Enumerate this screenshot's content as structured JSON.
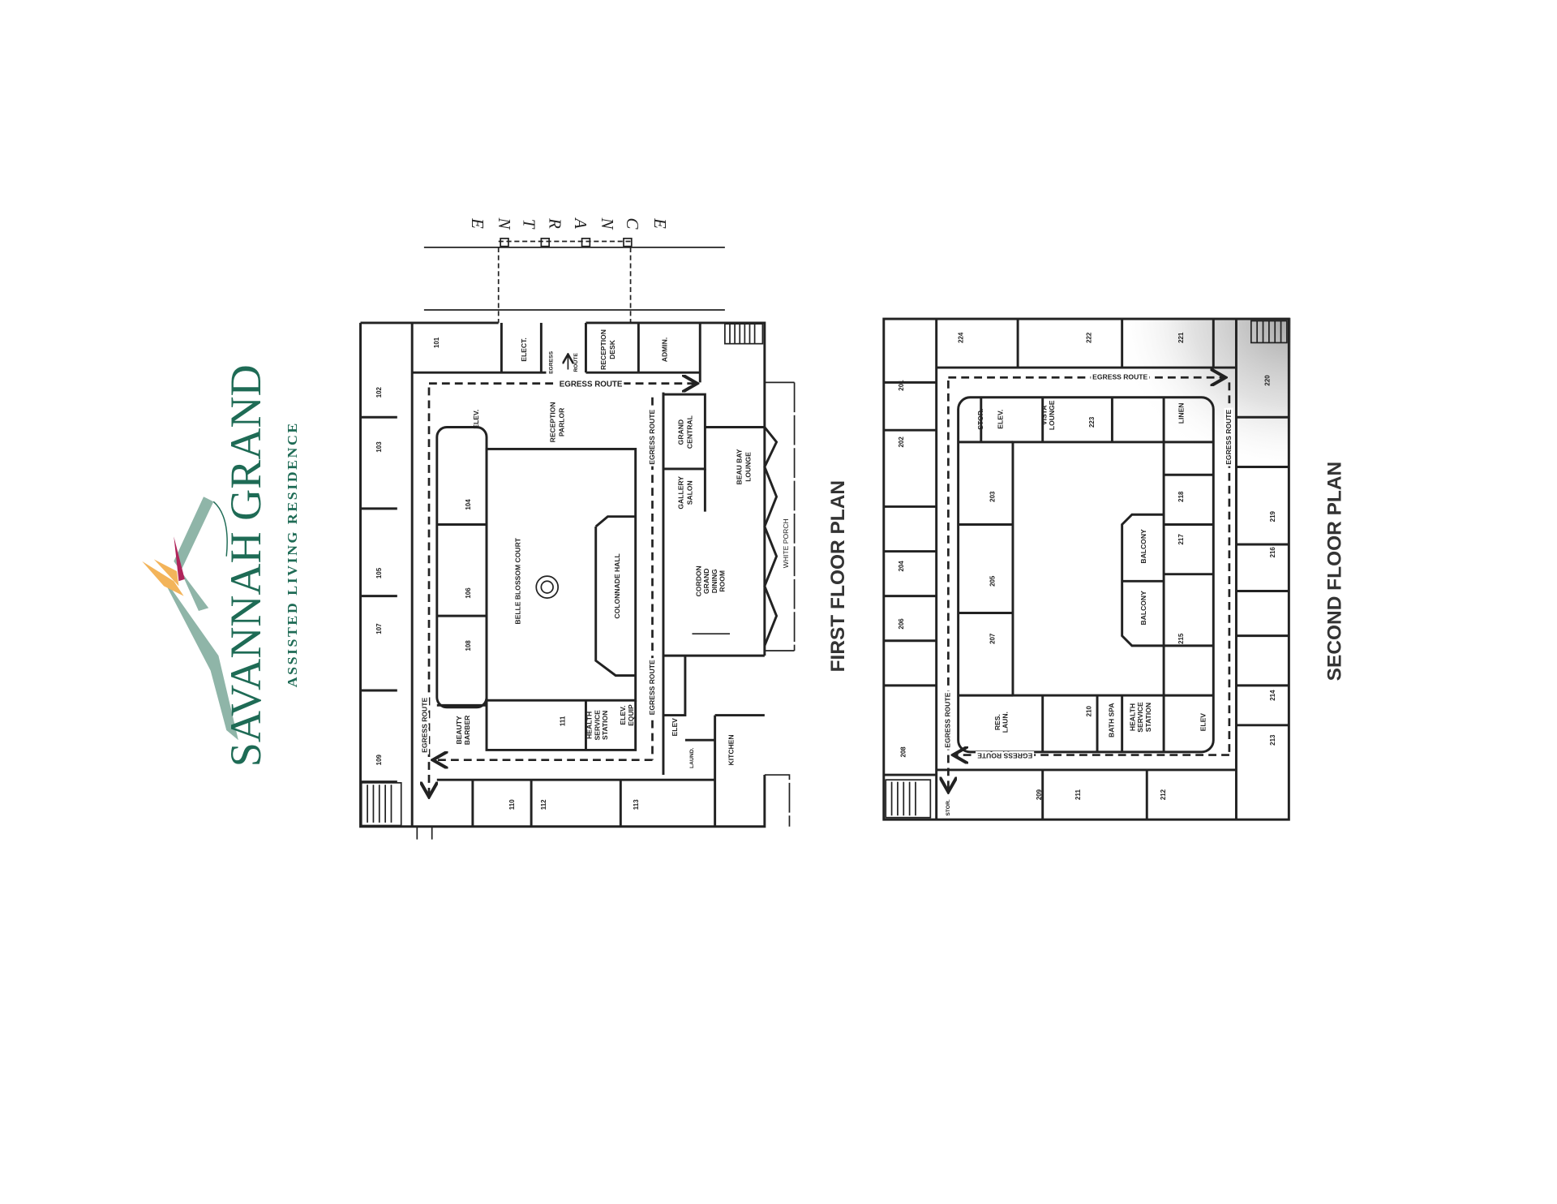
{
  "logo": {
    "name": "SAVANNAH GRAND",
    "tagline": "ASSISTED LIVING RESIDENCE",
    "colors": {
      "text": "#1e6b55",
      "leaf": "#8fb5a8",
      "petal_orange": "#f3b45a",
      "petal_magenta": "#b0245a"
    }
  },
  "entrance": [
    "E",
    "N",
    "T",
    "R",
    "A",
    "N",
    "C",
    "E"
  ],
  "first_floor": {
    "title": "FIRST FLOOR PLAN",
    "rooms": {
      "r101": "101",
      "r102": "102",
      "r103": "103",
      "r104": "104",
      "r105": "105",
      "r106": "106",
      "r107": "107",
      "r108": "108",
      "r109": "109",
      "r110": "110",
      "r111": "111",
      "r112": "112",
      "r113": "113"
    },
    "areas": {
      "elect": "ELECT.",
      "egress_small": "EGRESS",
      "route_small": "ROUTE",
      "reception_desk": [
        "RECEPTION",
        "DESK"
      ],
      "admin": "ADMIN.",
      "egress_top": "EGRESS ROUTE",
      "reception_parlor": [
        "RECEPTION",
        "PARLOR"
      ],
      "elev_top": "ELEV.",
      "egress_right": "EGRESS ROUTE",
      "grand_central": [
        "GRAND",
        "CENTRAL"
      ],
      "gallery_salon": [
        "GALLERY",
        "SALON"
      ],
      "beau_bay_lounge": [
        "BEAU BAY",
        "LOUNGE"
      ],
      "belle_blossom_court": "BELLE BLOSSOM COURT",
      "colonnade_hall": "COLONNADE HALL",
      "cordon_grand_dining_room": [
        "CORDON",
        "GRAND",
        "DINING",
        "ROOM"
      ],
      "white_porch": "WHITE PORCH",
      "egress_left": "EGRESS ROUTE",
      "beauty_barber": [
        "BEAUTY",
        "BARBER"
      ],
      "health_service_station": [
        "HEALTH",
        "SERVICE",
        "STATION"
      ],
      "elev_equip": [
        "ELEV.",
        "EQUIP"
      ],
      "egress_bottom_right": "EGRESS ROUTE",
      "elev_bottom": "ELEV",
      "laund": "LAUND.",
      "kitchen": "KITCHEN"
    }
  },
  "second_floor": {
    "title": "SECOND FLOOR PLAN",
    "rooms": {
      "r201": "201",
      "r202": "202",
      "r203": "203",
      "r204": "204",
      "r205": "205",
      "r206": "206",
      "r207": "207",
      "r208": "208",
      "r209": "209",
      "r210": "210",
      "r211": "211",
      "r212": "212",
      "r213": "213",
      "r214": "214",
      "r215": "215",
      "r216": "216",
      "r217": "217",
      "r218": "218",
      "r219": "219",
      "r220": "220",
      "r221": "221",
      "r222": "222",
      "r223": "223",
      "r224": "224"
    },
    "areas": {
      "egress_top": "EGRESS ROUTE",
      "egress_right": "EGRESS ROUTE",
      "egress_left": "EGRESS ROUTE",
      "egress_bottom": "EGRESS ROUTE",
      "stor": "STOR.",
      "elev_top": "ELEV.",
      "vista_lounge": [
        "VISTA",
        "LOUNGE"
      ],
      "linen": "LINEN",
      "balcony_1": "BALCONY",
      "balcony_2": "BALCONY",
      "res_laun": [
        "RES.",
        "LAUN."
      ],
      "bath_spa": "BATH SPA",
      "health_service_station": [
        "HEALTH",
        "SERVICE",
        "STATION"
      ],
      "elev_bottom": "ELEV",
      "stor_bottom": "STOR."
    }
  }
}
